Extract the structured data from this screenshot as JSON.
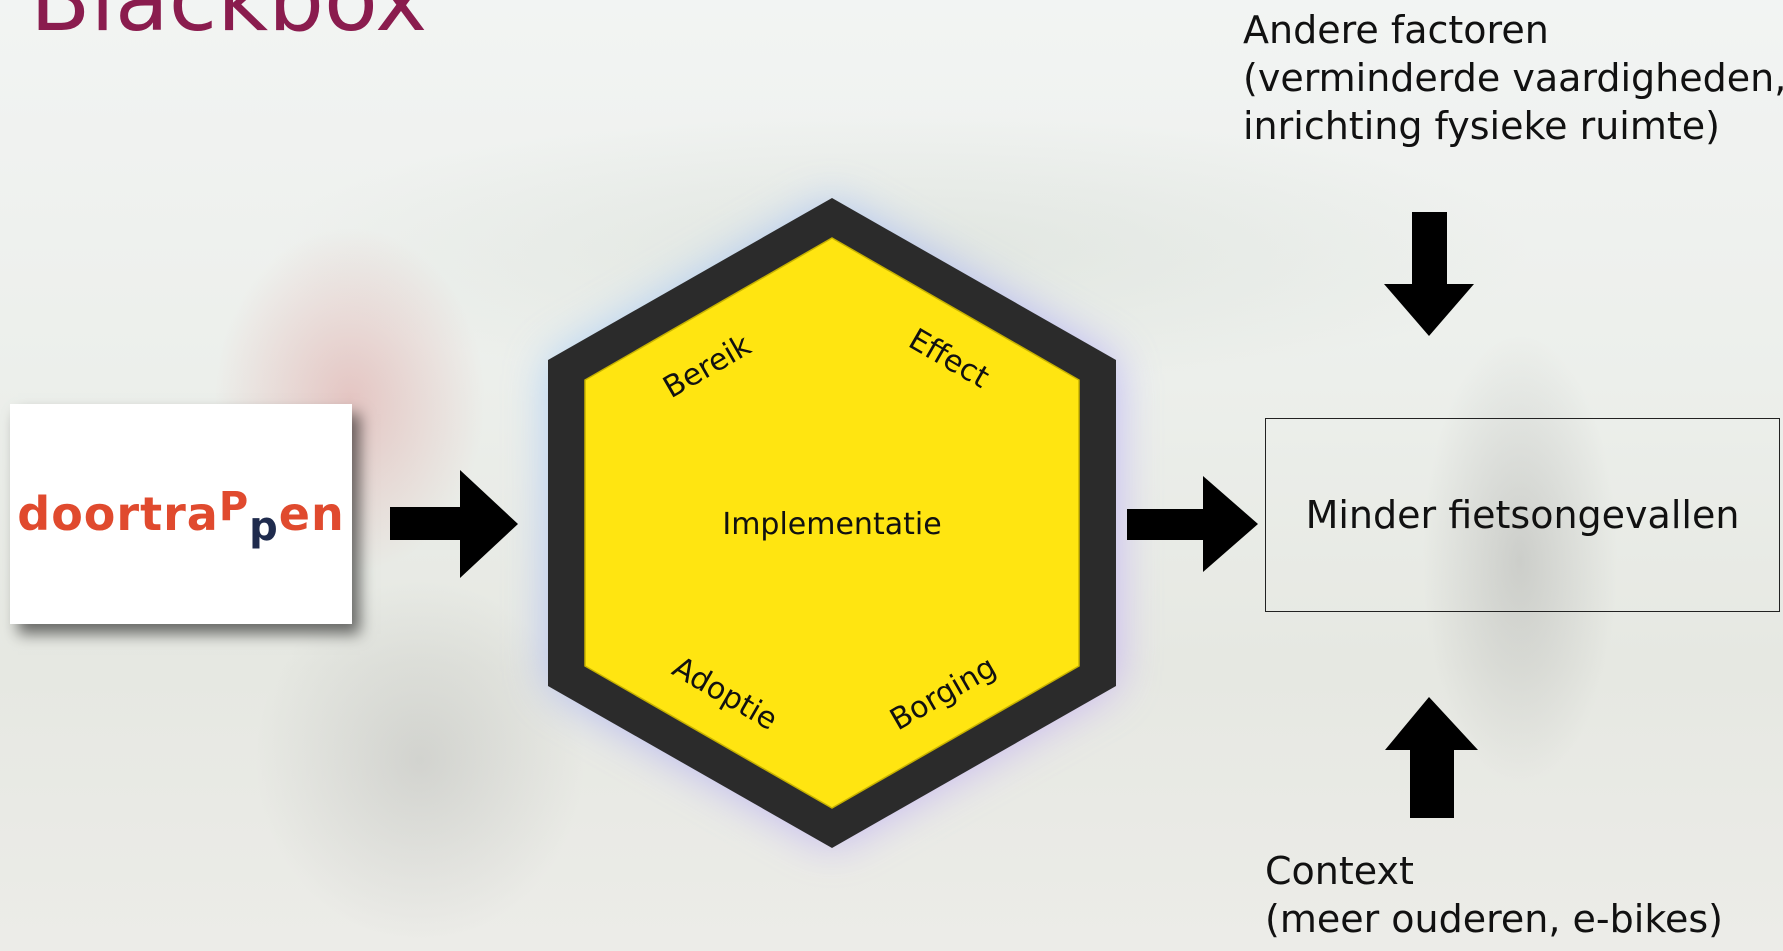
{
  "title": "Blackbox",
  "logo": {
    "text_pre": "doortra",
    "text_p1": "P",
    "text_p2": "p",
    "text_post": "en"
  },
  "hexagon": {
    "center_label": "Implementatie",
    "labels": [
      "Bereik",
      "Effect",
      "Adoptie",
      "Borging"
    ]
  },
  "other_factors": {
    "line1": "Andere factoren",
    "line2": "(verminderde vaardigheden,",
    "line3": "inrichting fysieke ruimte)"
  },
  "outcome": {
    "label": "Minder fietsongevallen"
  },
  "context": {
    "line1": "Context",
    "line2": "(meer ouderen, e-bikes)"
  },
  "colors": {
    "title": "#8a1c4e",
    "hex_fill": "#ffe511",
    "hex_border": "#2b2b2b",
    "arrow": "#000000",
    "logo_orange": "#e04a2e",
    "logo_navy": "#1f2b4d"
  }
}
